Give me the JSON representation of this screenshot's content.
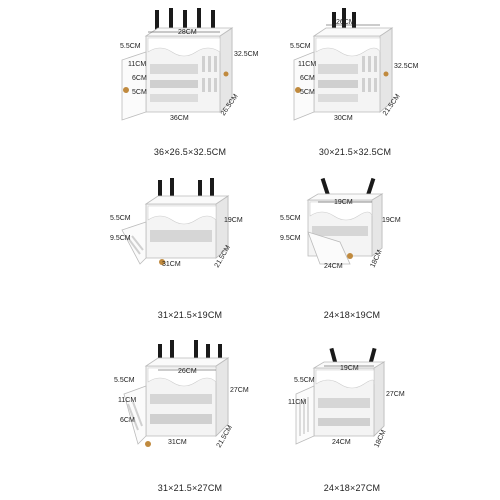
{
  "products": [
    {
      "caption": "36×26.5×32.5CM",
      "dims": {
        "width": "28CM",
        "height": "32.5CM",
        "depth": "26.5CM",
        "base": "36CM",
        "compartments": [
          "5.5CM",
          "11CM",
          "6CM",
          "5CM"
        ]
      }
    },
    {
      "caption": "30×21.5×32.5CM",
      "dims": {
        "width": "26CM",
        "height": "32.5CM",
        "depth": "21.5CM",
        "base": "30CM",
        "compartments": [
          "5.5CM",
          "11CM",
          "6CM",
          "5CM"
        ]
      }
    },
    {
      "caption": "31×21.5×19CM",
      "dims": {
        "width": "",
        "height": "19CM",
        "depth": "21.5CM",
        "base": "31CM",
        "compartments": [
          "5.5CM",
          "9.5CM"
        ]
      }
    },
    {
      "caption": "24×18×19CM",
      "dims": {
        "width": "19CM",
        "height": "19CM",
        "depth": "18CM",
        "base": "24CM",
        "compartments": [
          "5.5CM",
          "9.5CM"
        ]
      }
    },
    {
      "caption": "31×21.5×27CM",
      "dims": {
        "width": "26CM",
        "height": "27CM",
        "depth": "21.5CM",
        "base": "31CM",
        "compartments": [
          "5.5CM",
          "11CM",
          "6CM"
        ]
      }
    },
    {
      "caption": "24×18×27CM",
      "dims": {
        "width": "19CM",
        "height": "27CM",
        "depth": "18CM",
        "base": "24CM",
        "compartments": [
          "5.5CM",
          "11CM"
        ]
      }
    }
  ]
}
